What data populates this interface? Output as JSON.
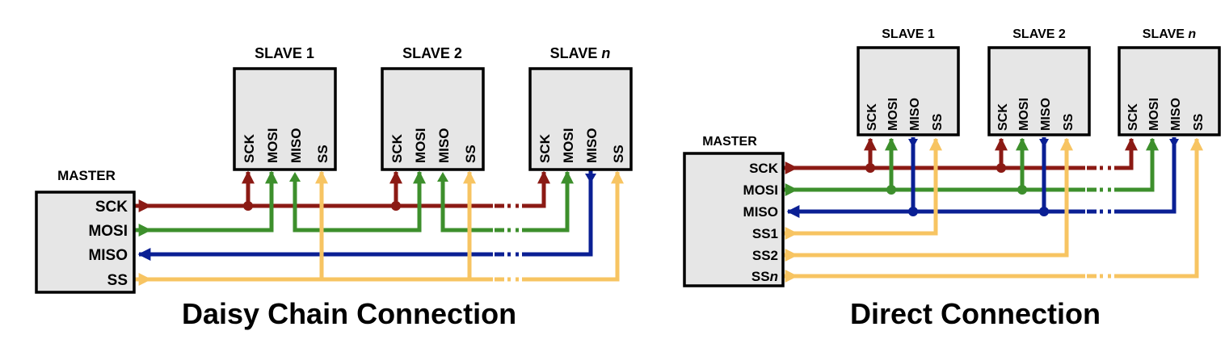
{
  "colors": {
    "SCK": "#8b1a14",
    "MOSI": "#3d8f2c",
    "MISO": "#0a1f94",
    "SS": "#f7c462",
    "box_fill": "#e6e6e6"
  },
  "daisy_chain": {
    "caption": "Daisy Chain Connection",
    "master_title": "MASTER",
    "master_pins": [
      "SCK",
      "MOSI",
      "MISO",
      "SS"
    ],
    "slave_titles": [
      "SLAVE 1",
      "SLAVE 2",
      "SLAVE n"
    ],
    "slave_pins": [
      "SCK",
      "MOSI",
      "MISO",
      "SS"
    ]
  },
  "direct": {
    "caption": "Direct Connection",
    "master_title": "MASTER",
    "master_pins": [
      "SCK",
      "MOSI",
      "MISO",
      "SS1",
      "SS2",
      "SSn"
    ],
    "slave_titles": [
      "SLAVE 1",
      "SLAVE 2",
      "SLAVE n"
    ],
    "slave_pins": [
      "SCK",
      "MOSI",
      "MISO",
      "SS"
    ]
  }
}
